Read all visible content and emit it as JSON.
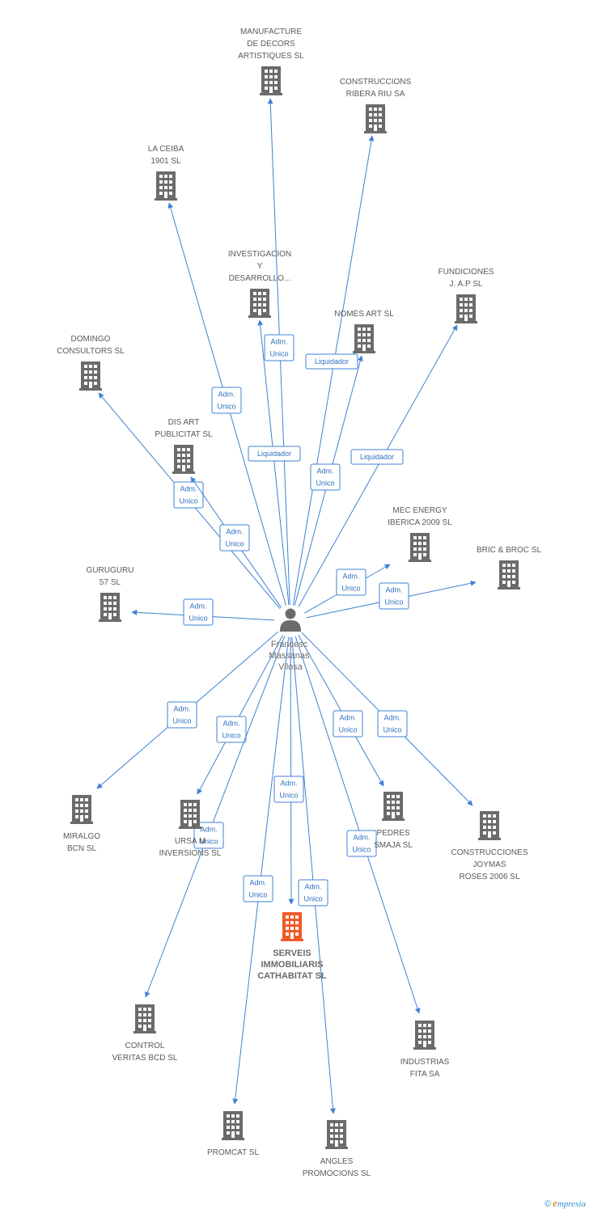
{
  "person": {
    "name_lines": [
      "Francesc",
      "Massanas",
      "Vilosa"
    ]
  },
  "colors": {
    "edge": "#3f82d4",
    "company": "#6b6b6b",
    "main_company": "#f05a28"
  },
  "companies": [
    {
      "id": "manufacture",
      "label_lines": [
        "MANUFACTURE",
        "DE DECORS",
        "ARTISTIQUES  SL"
      ],
      "role_lines": [
        "Adm.",
        "Unico"
      ]
    },
    {
      "id": "construccions-ribera",
      "label_lines": [
        "CONSTRUCCIONS",
        "RIBERA RIU SA"
      ],
      "role_lines": [
        "Liquidador"
      ]
    },
    {
      "id": "la-ceiba",
      "label_lines": [
        "LA CEIBA",
        "1901 SL"
      ],
      "role_lines": [
        "Adm.",
        "Unico"
      ]
    },
    {
      "id": "investigacion",
      "label_lines": [
        "INVESTIGACION",
        "Y",
        "DESARROLLO..."
      ],
      "role_lines": [
        "Liquidador"
      ]
    },
    {
      "id": "fundiciones",
      "label_lines": [
        "FUNDICIONES",
        "J. A.P SL"
      ],
      "role_lines": [
        "Liquidador"
      ]
    },
    {
      "id": "nomes-art",
      "label_lines": [
        "NOMES ART SL"
      ],
      "role_lines": [
        "Adm.",
        "Unico"
      ]
    },
    {
      "id": "domingo",
      "label_lines": [
        "DOMINGO",
        "CONSULTORS SL"
      ],
      "role_lines": [
        "Adm.",
        "Unico"
      ]
    },
    {
      "id": "dis-art",
      "label_lines": [
        "DIS ART",
        "PUBLICITAT SL"
      ],
      "role_lines": [
        "Adm.",
        "Unico"
      ]
    },
    {
      "id": "mec-energy",
      "label_lines": [
        "MEC ENERGY",
        "IBERICA 2009 SL"
      ],
      "role_lines": [
        "Adm.",
        "Unico"
      ]
    },
    {
      "id": "bric-broc",
      "label_lines": [
        "BRIC & BROC SL"
      ],
      "role_lines": [
        "Adm.",
        "Unico"
      ]
    },
    {
      "id": "guruguru",
      "label_lines": [
        "GURUGURU",
        "57 SL"
      ],
      "role_lines": [
        "Adm.",
        "Unico"
      ]
    },
    {
      "id": "miralgo",
      "label_lines": [
        "MIRALGO",
        "BCN SL"
      ],
      "role_lines": [
        "Adm.",
        "Unico"
      ]
    },
    {
      "id": "ursa",
      "label_lines": [
        "URSA M",
        "INVERSIONS SL"
      ],
      "role_lines": [
        "Adm.",
        "Unico"
      ]
    },
    {
      "id": "pedres",
      "label_lines": [
        "PEDRES",
        "SMAJA SL"
      ],
      "role_lines": [
        "Adm.",
        "Unico"
      ]
    },
    {
      "id": "construcciones-joymas",
      "label_lines": [
        "CONSTRUCCIONES",
        "JOYMAS",
        "ROSES 2006 SL"
      ],
      "role_lines": [
        "Adm.",
        "Unico"
      ]
    },
    {
      "id": "serveis",
      "label_lines": [
        "SERVEIS",
        "IMMOBILIARIS",
        "CATHABITAT SL"
      ],
      "role_lines": [
        "Adm.",
        "Unico"
      ],
      "main": true
    },
    {
      "id": "control-veritas",
      "label_lines": [
        "CONTROL",
        "VERITAS BCD SL"
      ],
      "role_lines": [
        "Adm.",
        "Unico"
      ]
    },
    {
      "id": "industrias-fita",
      "label_lines": [
        "INDUSTRIAS",
        "FITA SA"
      ],
      "role_lines": [
        "Adm.",
        "Unico"
      ]
    },
    {
      "id": "promcat",
      "label_lines": [
        "PROMCAT SL"
      ],
      "role_lines": [
        "Adm.",
        "Unico"
      ]
    },
    {
      "id": "angles",
      "label_lines": [
        "ANGLES",
        "PROMOCIONS SL"
      ],
      "role_lines": [
        "Adm.",
        "Unico"
      ]
    }
  ],
  "footer": {
    "copyright": "©",
    "brand_first": "e",
    "brand_rest": "mpresia"
  }
}
